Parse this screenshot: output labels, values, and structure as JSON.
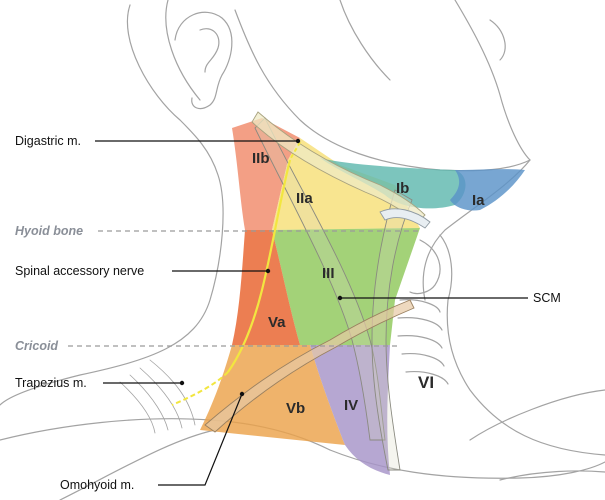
{
  "labels": {
    "digastric": "Digastric m.",
    "hyoid": "Hyoid bone",
    "spinal_accessory": "Spinal accessory nerve",
    "cricoid": "Cricoid",
    "trapezius": "Trapezius m.",
    "omohyoid": "Omohyoid m.",
    "scm": "SCM"
  },
  "regions": {
    "IIb": "IIb",
    "IIa": "IIa",
    "Ib": "Ib",
    "Ia": "Ia",
    "III": "III",
    "Va": "Va",
    "Vb": "Vb",
    "IV": "IV",
    "VI": "VI"
  },
  "colors": {
    "level_IIb": "#f08a6a",
    "level_IIa": "#f6df78",
    "level_Ib": "#5fb8ae",
    "level_Ia": "#5a93c8",
    "level_III": "#8fc85a",
    "level_Va": "#e8622c",
    "level_Vb": "#eca24a",
    "level_IV": "#a694c8",
    "nerve": "#f2e640",
    "sketch": "#9a9a9a",
    "reference_line": "#9a9a9a"
  }
}
